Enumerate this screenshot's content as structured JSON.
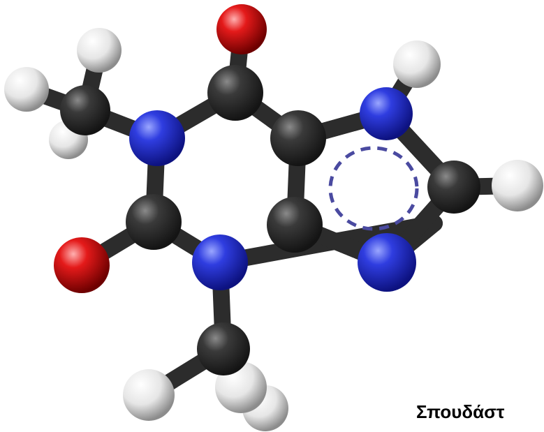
{
  "caption": "Σπουδάστ",
  "colors": {
    "background": "#ffffff",
    "carbon": "#2e2e2e",
    "nitrogen": "#3340d8",
    "oxygen": "#e01818",
    "hydrogen": "#f2f2f2",
    "aromatic_ring": "#4a4aa0"
  },
  "molecule": {
    "atoms": [
      {
        "id": "H1",
        "element": "H"
      },
      {
        "id": "H2",
        "element": "H"
      },
      {
        "id": "H3",
        "element": "H"
      },
      {
        "id": "C1",
        "element": "C"
      },
      {
        "id": "O1",
        "element": "O"
      },
      {
        "id": "N1",
        "element": "N"
      },
      {
        "id": "C2",
        "element": "C"
      },
      {
        "id": "H4",
        "element": "H"
      },
      {
        "id": "N2",
        "element": "N"
      },
      {
        "id": "C3",
        "element": "C"
      },
      {
        "id": "C4",
        "element": "C"
      },
      {
        "id": "C5",
        "element": "C"
      },
      {
        "id": "H5",
        "element": "H"
      },
      {
        "id": "O2",
        "element": "O"
      },
      {
        "id": "N3",
        "element": "N"
      },
      {
        "id": "C6",
        "element": "C"
      },
      {
        "id": "N4",
        "element": "N"
      },
      {
        "id": "C7",
        "element": "C"
      },
      {
        "id": "N5",
        "element": "N"
      },
      {
        "id": "C8",
        "element": "C"
      },
      {
        "id": "H6",
        "element": "H"
      },
      {
        "id": "H7",
        "element": "H"
      },
      {
        "id": "H8",
        "element": "H"
      }
    ],
    "bonds": [
      [
        "C1",
        "H1"
      ],
      [
        "C1",
        "H2"
      ],
      [
        "C1",
        "H3"
      ],
      [
        "C1",
        "N1"
      ],
      [
        "N1",
        "C2"
      ],
      [
        "N1",
        "C3"
      ],
      [
        "C2",
        "O1"
      ],
      [
        "C2",
        "C4"
      ],
      [
        "C4",
        "C5"
      ],
      [
        "C5",
        "N4"
      ],
      [
        "N4",
        "C6"
      ],
      [
        "C6",
        "N3"
      ],
      [
        "C3",
        "N3"
      ],
      [
        "C3",
        "O2"
      ],
      [
        "N3",
        "C8"
      ],
      [
        "C8",
        "H6"
      ],
      [
        "C8",
        "H7"
      ],
      [
        "C8",
        "H8"
      ],
      [
        "C4",
        "N2"
      ],
      [
        "N2",
        "H4"
      ],
      [
        "N2",
        "C7"
      ],
      [
        "C7",
        "H5"
      ],
      [
        "C7",
        "N5"
      ],
      [
        "N5",
        "C5"
      ]
    ]
  }
}
